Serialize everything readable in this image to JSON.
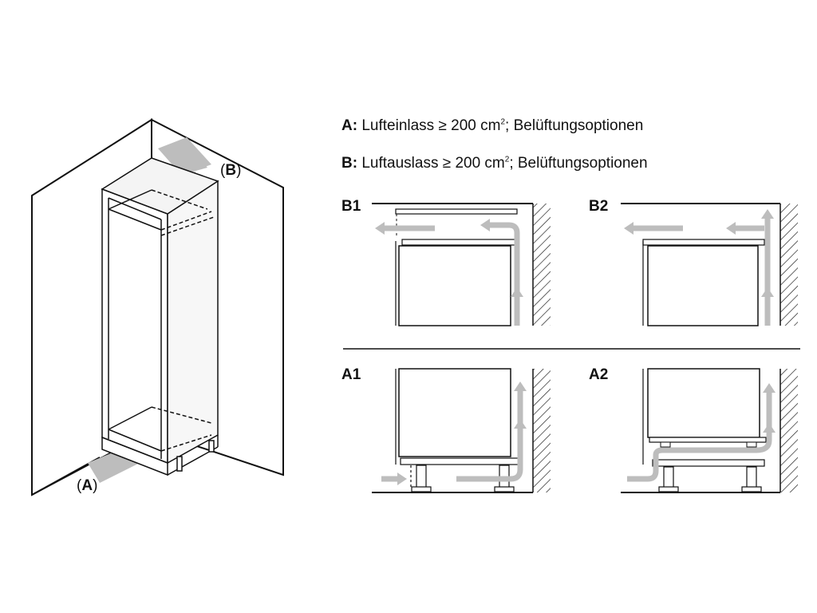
{
  "legend": {
    "a": {
      "key": "A:",
      "text_before": "Lufteinlass ≥ 200 cm",
      "sup": "2",
      "text_after": "; Belüftungsoptionen"
    },
    "b": {
      "key": "B:",
      "text_before": "Luftauslass ≥ 200 cm",
      "sup": "2",
      "text_after": "; Belüftungsoptionen"
    }
  },
  "callouts": {
    "a": {
      "open": "(",
      "key": "A",
      "close": ")"
    },
    "b": {
      "open": "(",
      "key": "B",
      "close": ")"
    }
  },
  "panels": {
    "b1": "B1",
    "b2": "B2",
    "a1": "A1",
    "a2": "A2"
  },
  "colors": {
    "line": "#111111",
    "arrow": "#b8b8b8",
    "cabinet": "#d8d8d8"
  }
}
